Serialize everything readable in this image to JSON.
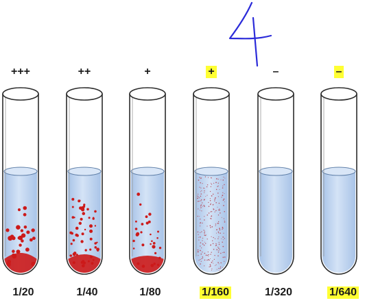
{
  "handwritten_annotation": "4",
  "annotation_color": "#2b2bd9",
  "highlight_color": "#ffff33",
  "cell_color": "#cc1a1a",
  "liquid_color": "#bcd3ee",
  "tubes": [
    {
      "grade": "+++",
      "dilution": "1/20",
      "agglutination": "strong",
      "grade_highlighted": false,
      "dilution_highlighted": false
    },
    {
      "grade": "++",
      "dilution": "1/40",
      "agglutination": "moderate",
      "grade_highlighted": false,
      "dilution_highlighted": false
    },
    {
      "grade": "+",
      "dilution": "1/80",
      "agglutination": "weak",
      "grade_highlighted": false,
      "dilution_highlighted": false
    },
    {
      "grade": "+",
      "dilution": "1/160",
      "agglutination": "fine",
      "grade_highlighted": true,
      "dilution_highlighted": true
    },
    {
      "grade": "–",
      "dilution": "1/320",
      "agglutination": "none",
      "grade_highlighted": false,
      "dilution_highlighted": false
    },
    {
      "grade": "–",
      "dilution": "1/640",
      "agglutination": "none",
      "grade_highlighted": true,
      "dilution_highlighted": true
    }
  ]
}
